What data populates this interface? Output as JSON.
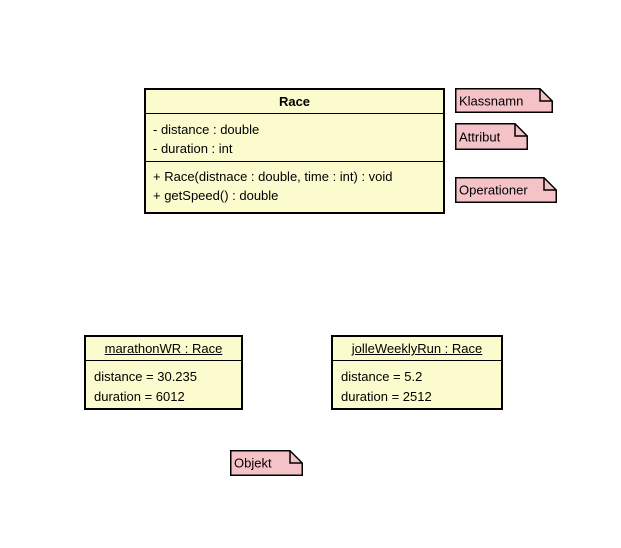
{
  "diagram": {
    "type": "uml-class-diagram",
    "class_box": {
      "title": "Race",
      "attributes": [
        "- distance : double",
        "- duration : int"
      ],
      "operations": [
        "+ Race(distnace : double, time : int) : void",
        "+ getSpeed() : double"
      ]
    },
    "objects": [
      {
        "title": "marathonWR : Race",
        "slots": [
          "distance = 30.235",
          "duration = 6012"
        ]
      },
      {
        "title": "jolleWeeklyRun : Race",
        "slots": [
          "distance = 5.2",
          "duration = 2512"
        ]
      }
    ],
    "notes": [
      {
        "label": "Klassnamn"
      },
      {
        "label": "Attribut"
      },
      {
        "label": "Operationer"
      },
      {
        "label": "Objekt"
      }
    ],
    "colors": {
      "class_fill": "#FBFBCE",
      "note_fill": "#F5C2C7",
      "line": "#000000",
      "background": "#FFFFFF"
    }
  }
}
